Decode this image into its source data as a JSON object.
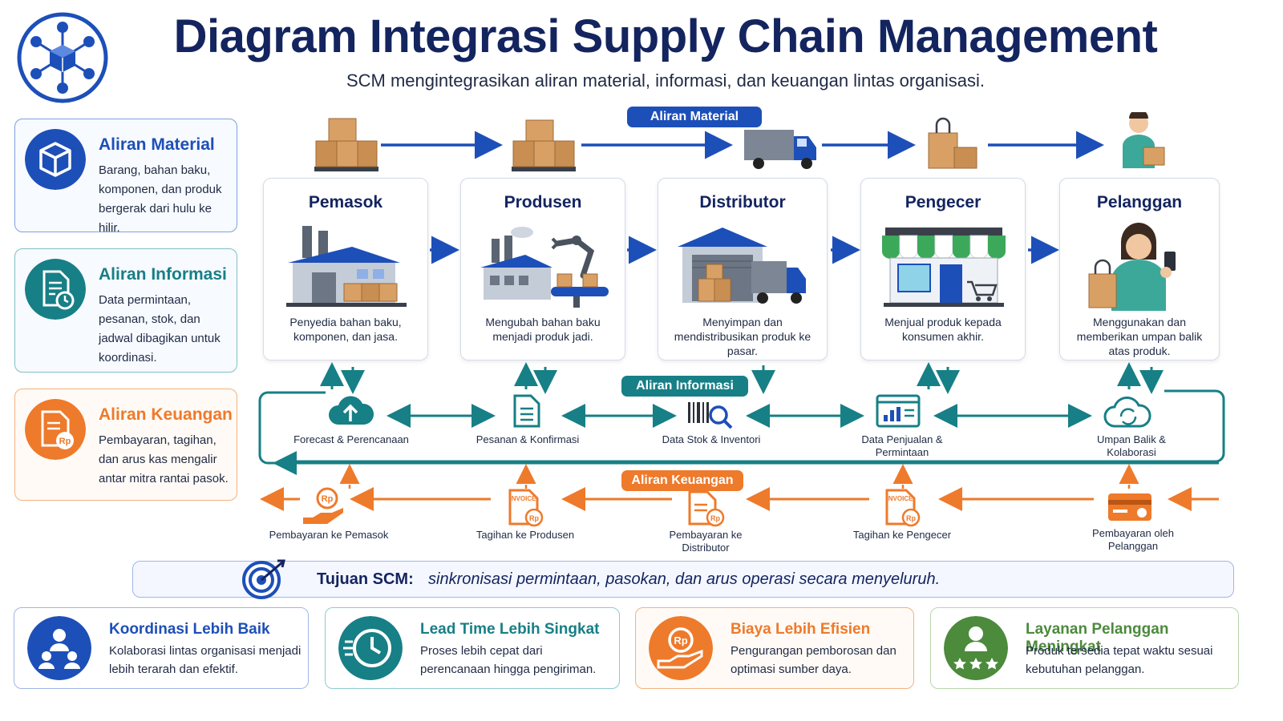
{
  "header": {
    "title": "Diagram Integrasi Supply Chain Management",
    "subtitle": "SCM mengintegrasikan aliran material, informasi, dan keuangan lintas organisasi.",
    "logo_icon": "network-cube-icon"
  },
  "colors": {
    "navy": "#13245f",
    "material_blue": "#1d4fb8",
    "info_teal": "#177f86",
    "finance_orange": "#ee7a2b",
    "service_green": "#4c8a3c"
  },
  "legend": [
    {
      "title": "Aliran Material",
      "desc": "Barang, bahan baku, komponen, dan produk bergerak dari hulu ke hilir.",
      "icon": "box-icon"
    },
    {
      "title": "Aliran Informasi",
      "desc": "Data permintaan, pesanan, stok, dan jadwal dibagikan untuk koordinasi.",
      "icon": "document-clock-icon"
    },
    {
      "title": "Aliran Keuangan",
      "desc": "Pembayaran, tagihan, dan arus kas mengalir antar mitra rantai pasok.",
      "icon": "invoice-rp-icon"
    }
  ],
  "tags": {
    "material": "Aliran Material",
    "information": "Aliran Informasi",
    "finance": "Aliran Keuangan"
  },
  "stages": [
    {
      "title": "Pemasok",
      "desc": "Penyedia bahan baku, komponen, dan jasa.",
      "icon": "factory-icon"
    },
    {
      "title": "Produsen",
      "desc": "Mengubah bahan baku menjadi produk jadi.",
      "icon": "factory-robot-icon"
    },
    {
      "title": "Distributor",
      "desc": "Menyimpan dan mendistribusikan produk ke pasar.",
      "icon": "warehouse-truck-icon"
    },
    {
      "title": "Pengecer",
      "desc": "Menjual produk kepada konsumen akhir.",
      "icon": "store-icon"
    },
    {
      "title": "Pelanggan",
      "desc": "Menggunakan dan memberikan umpan balik atas produk.",
      "icon": "customer-icon"
    }
  ],
  "info_nodes": [
    {
      "label": "Forecast & Perencanaan",
      "icon": "cloud-upload-icon"
    },
    {
      "label": "Pesanan & Konfirmasi",
      "icon": "order-document-icon"
    },
    {
      "label": "Data Stok & Inventori",
      "icon": "barcode-search-icon"
    },
    {
      "label": "Data Penjualan & Permintaan",
      "icon": "sales-dashboard-icon"
    },
    {
      "label": "Umpan Balik & Kolaborasi",
      "icon": "cloud-sync-icon"
    }
  ],
  "finance_nodes": [
    {
      "label": "Pembayaran ke Pemasok",
      "icon": "hand-rp-icon"
    },
    {
      "label": "Tagihan ke Produsen",
      "icon": "invoice-icon"
    },
    {
      "label": "Pembayaran ke Distributor",
      "icon": "payment-document-icon"
    },
    {
      "label": "Tagihan ke Pengecer",
      "icon": "invoice-icon"
    },
    {
      "label": "Pembayaran oleh Pelanggan",
      "icon": "card-icon"
    }
  ],
  "goal": {
    "label": "Tujuan SCM:",
    "text": "sinkronisasi permintaan, pasokan, dan arus operasi secara menyeluruh.",
    "icon": "target-icon"
  },
  "benefits": [
    {
      "title": "Koordinasi Lebih Baik",
      "desc": "Kolaborasi lintas organisasi menjadi lebih terarah dan efektif.",
      "icon": "team-icon"
    },
    {
      "title": "Lead Time Lebih Singkat",
      "desc": "Proses lebih cepat dari perencanaan hingga pengiriman.",
      "icon": "clock-icon"
    },
    {
      "title": "Biaya Lebih Efisien",
      "desc": "Pengurangan pemborosan dan optimasi sumber daya.",
      "icon": "hand-coin-icon"
    },
    {
      "title": "Layanan Pelanggan Meningkat",
      "desc": "Produk tersedia tepat waktu sesuai kebutuhan pelanggan.",
      "icon": "rated-person-icon"
    }
  ]
}
